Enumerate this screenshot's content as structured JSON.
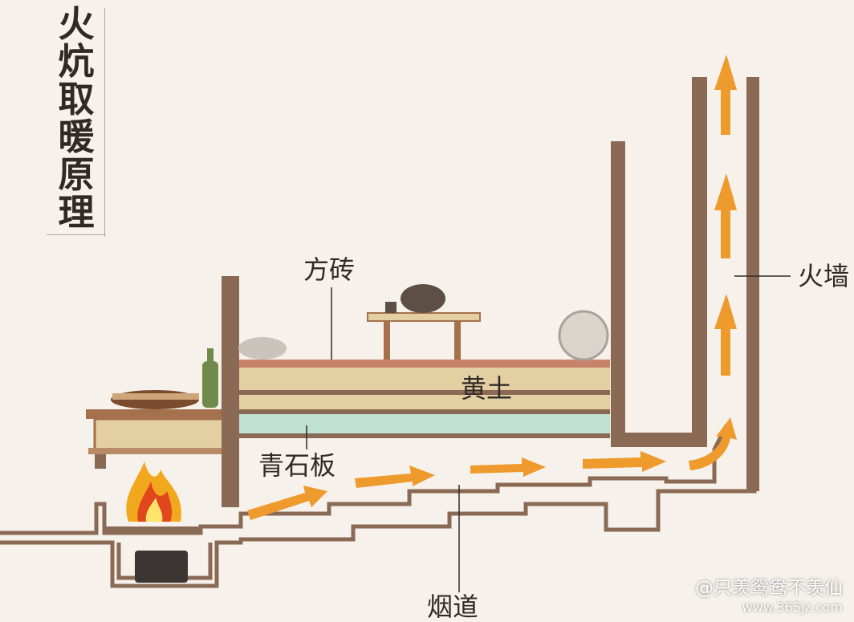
{
  "title": [
    "火",
    "炕",
    "取",
    "暖",
    "原",
    "理"
  ],
  "labels": {
    "brick": "方砖",
    "loess": "黄土",
    "slate": "青石板",
    "flue": "烟道",
    "fire_wall": "火墙"
  },
  "watermark": {
    "main": "@只羡鸳鸯不羡仙",
    "site": "www.365jz.com"
  },
  "colors": {
    "wall": "#8a6a55",
    "loess": "#e4cfa3",
    "brick": "#c8826a",
    "slate": "#bfe0d2",
    "arrow": "#ef9a2c",
    "background": "#f6f1ea"
  }
}
